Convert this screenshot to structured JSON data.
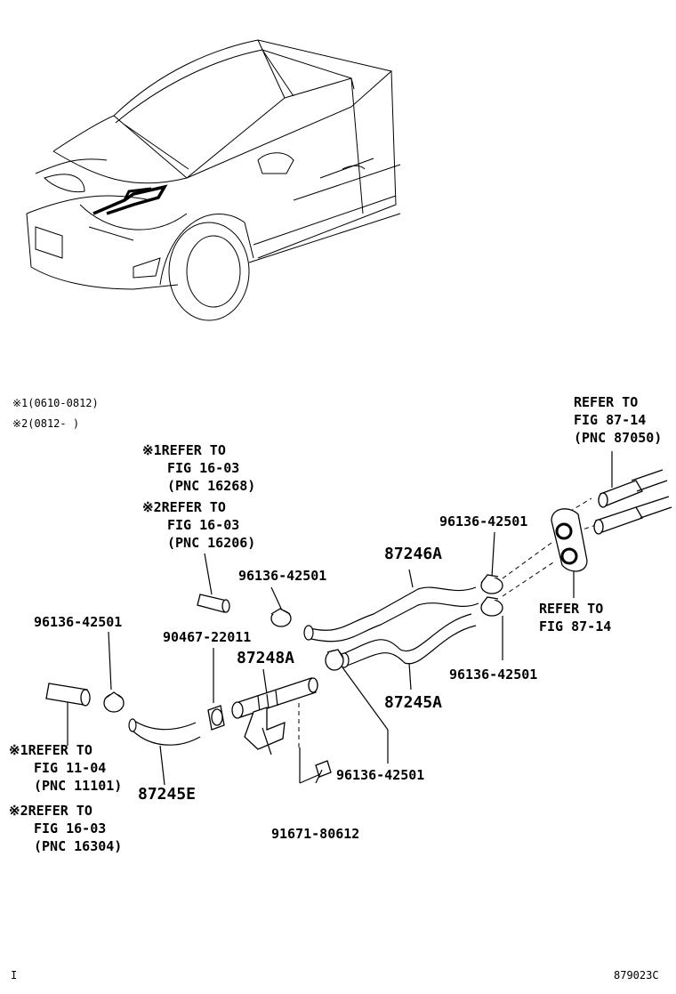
{
  "legend": {
    "note1": "※1(0610-0812)",
    "note2": "※2(0812-      )"
  },
  "callouts": {
    "refer_87050": [
      "REFER TO",
      "FIG 87-14",
      "(PNC 87050)"
    ],
    "refer_16268": [
      "※1REFER TO",
      "FIG 16-03",
      "(PNC 16268)"
    ],
    "refer_16206": [
      "※2REFER TO",
      "FIG 16-03",
      "(PNC 16206)"
    ],
    "refer_8714": [
      "REFER TO",
      "FIG 87-14"
    ],
    "refer_11101": [
      "※1REFER TO",
      "FIG 11-04",
      "(PNC 11101)"
    ],
    "refer_16304": [
      "※2REFER TO",
      "FIG 16-03",
      "(PNC 16304)"
    ]
  },
  "parts": {
    "clamp_top_right": "96136-42501",
    "clamp_mid": "96136-42501",
    "clamp_left": "96136-42501",
    "clamp_right_lower": "96136-42501",
    "clamp_center_lower": "96136-42501",
    "clip_90467": "90467-22011",
    "hose_87246A": "87246A",
    "pipe_87248A": "87248A",
    "hose_87245A": "87245A",
    "hose_87245E": "87245E",
    "bolt_91671": "91671-80612"
  },
  "footer": {
    "left_mark": "I",
    "figure_code": "879023C"
  }
}
